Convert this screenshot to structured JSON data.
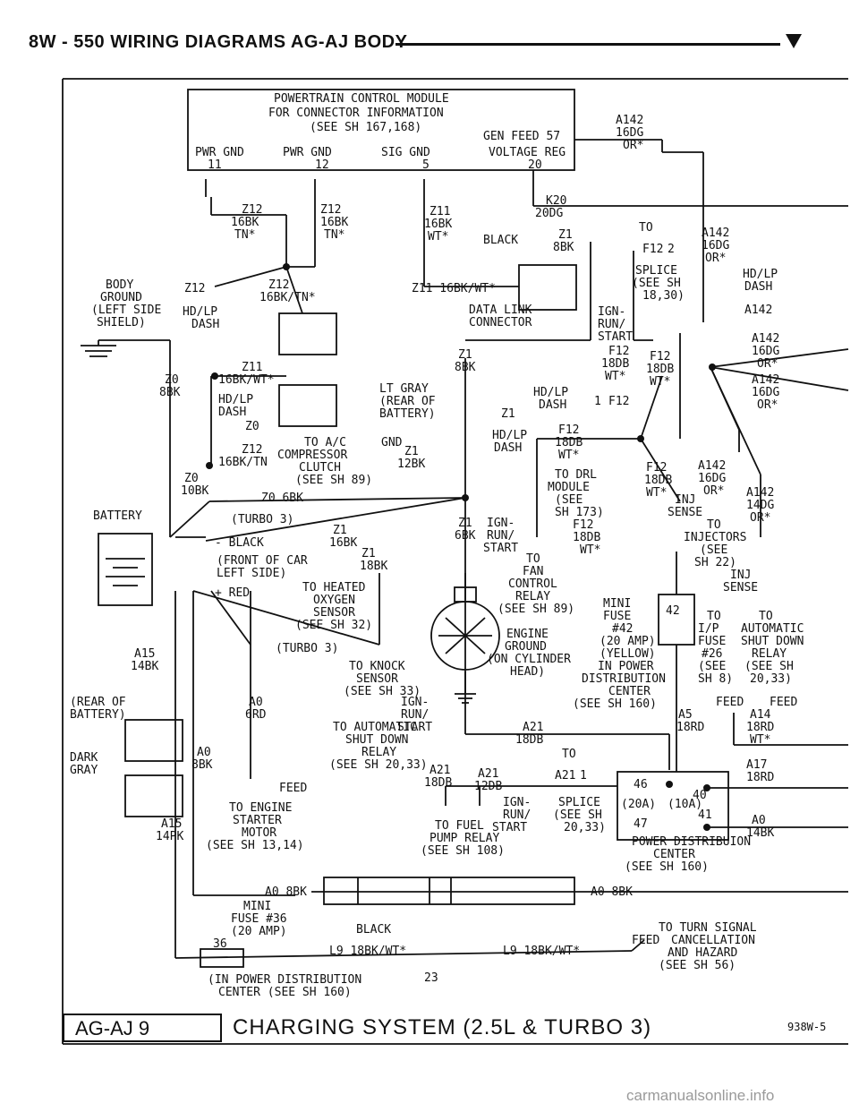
{
  "header": {
    "title": "8W - 550  WIRING DIAGRAMS AG-AJ BODY"
  },
  "pcm": {
    "lines": [
      "POWERTRAIN CONTROL MODULE",
      "FOR CONNECTOR INFORMATION",
      "(SEE SH 167,168)"
    ],
    "pins": [
      "PWR GND",
      "11",
      "PWR GND",
      "12",
      "SIG GND",
      "5",
      "GEN FEED 57",
      "VOLTAGE REG",
      "20"
    ]
  },
  "labels": [
    "A142",
    "16DG",
    "OR*",
    "Z12",
    "16BK",
    "TN*",
    "Z12",
    "16BK",
    "TN*",
    "Z11",
    "16BK",
    "WT*",
    "K20",
    "20DG",
    "BLACK",
    "Z1",
    "8BK",
    "TO",
    "F12",
    "2",
    "A142",
    "16DG",
    "OR*",
    "SPLICE",
    "(SEE SH",
    "18,30)",
    "BODY",
    "GROUND",
    "(LEFT SIDE",
    "SHIELD)",
    "Z12",
    "Z12",
    "16BK/TN*",
    "HD/LP",
    "DASH",
    "Z11 16BK/WT*",
    "DATA LINK",
    "CONNECTOR",
    "HD/LP",
    "DASH",
    "A142",
    "IGN-",
    "RUN/",
    "START",
    "A142",
    "16DG",
    "OR*",
    "A142",
    "16DG",
    "OR*",
    "F12",
    "18DB",
    "WT*",
    "F12",
    "18DB",
    "WT*",
    "Z0",
    "8BK",
    "Z11",
    "16BK/WT*",
    "HD/LP",
    "DASH",
    "Z0",
    "LT GRAY",
    "(REAR OF",
    "BATTERY)",
    "Z1",
    "8BK",
    "HD/LP",
    "DASH",
    "1",
    "F12",
    "Z1",
    "HD/LP",
    "DASH",
    "F12",
    "18DB",
    "WT*",
    "Z12",
    "16BK/TN",
    "TO A/C",
    "COMPRESSOR",
    "CLUTCH",
    "(SEE SH 89)",
    "GND",
    "Z1",
    "12BK",
    "TO DRL",
    "MODULE",
    "(SEE",
    "SH 173)",
    "F12",
    "18DB",
    "WT*",
    "A142",
    "16DG",
    "OR*",
    "INJ",
    "SENSE",
    "TO",
    "A142",
    "14DG",
    "OR*",
    "Z0",
    "10BK",
    "Z0 6BK",
    "BATTERY",
    "(TURBO 3)",
    "Z1",
    "16BK",
    "- BLACK",
    "Z1",
    "18BK",
    "(FRONT OF CAR",
    "LEFT SIDE)",
    "Z1",
    "6BK",
    "IGN-",
    "RUN/",
    "START",
    "F12",
    "18DB",
    "WT*",
    "INJECTORS",
    "(SEE",
    "SH 22)",
    "+ RED",
    "TO HEATED",
    "OXYGEN",
    "SENSOR",
    "(SEE SH 32)",
    "TO",
    "FAN",
    "CONTROL",
    "RELAY",
    "(SEE SH 89)",
    "INJ",
    "SENSE",
    "MINI",
    "FUSE",
    "#42",
    "(20 AMP)",
    "(YELLOW)",
    "42",
    "TO",
    "I/P",
    "FUSE",
    "#26",
    "(SEE",
    "SH 8)",
    "TO",
    "AUTOMATIC",
    "SHUT DOWN",
    "RELAY",
    "(SEE SH",
    "20,33)",
    "(TURBO 3)",
    "ENGINE",
    "GROUND",
    "(ON CYLINDER",
    "HEAD)",
    "IN POWER",
    "DISTRIBUTION",
    "CENTER",
    "(SEE SH 160)",
    "A15",
    "14BK",
    "TO KNOCK",
    "SENSOR",
    "(SEE SH 33)",
    "FEED",
    "FEED",
    "A5",
    "18RD",
    "A14",
    "18RD",
    "WT*",
    "(REAR OF",
    "BATTERY)",
    "A0",
    "6RD",
    "IGN-",
    "RUN/",
    "START",
    "TO AUTOMATIC",
    "SHUT DOWN",
    "RELAY",
    "(SEE SH 20,33)",
    "A21",
    "18DB",
    "DARK",
    "GRAY",
    "A0",
    "8BK",
    "TO",
    "A21",
    "18DB",
    "A21",
    "12DB",
    "A21",
    "1",
    "A17",
    "18RD",
    "FEED",
    "IGN-",
    "RUN/",
    "START",
    "SPLICE",
    "(SEE SH",
    "20,33)",
    "46",
    "40",
    "(20A)",
    "(10A)",
    "47",
    "41",
    "A0",
    "14BK",
    "TO ENGINE",
    "STARTER",
    "MOTOR",
    "(SEE SH 13,14)",
    "A15",
    "14PK",
    "TO FUEL",
    "PUMP RELAY",
    "(SEE SH 108)",
    "POWER DISTRIBUION",
    "CENTER",
    "(SEE SH 160)",
    "A0 8BK",
    "A0 8BK",
    "MINI",
    "FUSE #36",
    "(20 AMP)",
    "BLACK",
    "TO TURN SIGNAL",
    "FEED",
    "CANCELLATION",
    "AND HAZARD",
    "(SEE SH 56)",
    "36",
    "L9 18BK/WT*",
    "L9 18BK/WT*",
    "(IN POWER DISTRIBUTION",
    "CENTER (SEE SH 160)",
    "23"
  ],
  "footer": {
    "tag": "AG-AJ 9",
    "caption": "CHARGING SYSTEM (2.5L & TURBO 3)",
    "code": "938W-5"
  },
  "watermark": "carmanualsonline.info"
}
